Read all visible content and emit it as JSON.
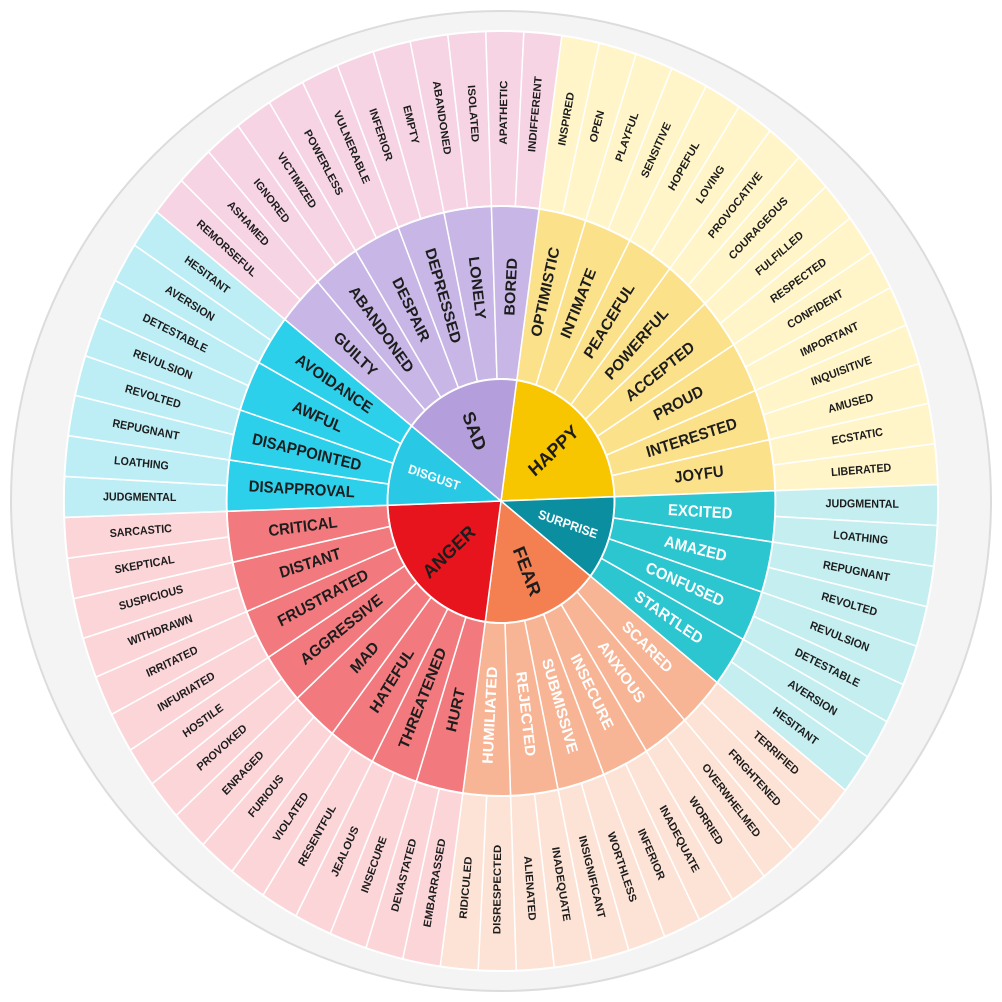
{
  "wheel": {
    "groups": [
      {
        "core": "HAPPY",
        "color_core": "#f7c600",
        "color_mid": "#fbe18a",
        "color_outer": "#fff5c8",
        "mid": [
          {
            "label": "OPTIMISTIC",
            "outer": [
              "INSPIRED",
              "OPEN"
            ]
          },
          {
            "label": "INTIMATE",
            "outer": [
              "PLAYFUL",
              "SENSITIVE"
            ]
          },
          {
            "label": "PEACEFUL",
            "outer": [
              "HOPEFUL",
              "LOVING"
            ]
          },
          {
            "label": "POWERFUL",
            "outer": [
              "PROVOCATIVE",
              "COURAGEOUS"
            ]
          },
          {
            "label": "ACCEPTED",
            "outer": [
              "FULFILLED",
              "RESPECTED"
            ]
          },
          {
            "label": "PROUD",
            "outer": [
              "CONFIDENT",
              "IMPORTANT"
            ]
          },
          {
            "label": "INTERESTED",
            "outer": [
              "INQUISITIVE",
              "AMUSED"
            ]
          },
          {
            "label": "JOYFU",
            "outer": [
              "ECSTATIC",
              "LIBERATED"
            ]
          }
        ]
      },
      {
        "core": "SURPRISE",
        "color_core": "#0b8fa0",
        "color_mid": "#2bc6cf",
        "color_outer": "#c4eef0",
        "mid": [
          {
            "label": "EXCITED",
            "outer": [
              "JUDGMENTAL",
              "LOATHING"
            ]
          },
          {
            "label": "AMAZED",
            "outer": [
              "REPUGNANT",
              "REVOLTED"
            ]
          },
          {
            "label": "CONFUSED",
            "outer": [
              "REVULSION",
              "DETESTABLE"
            ]
          },
          {
            "label": "STARTLED",
            "outer": [
              "AVERSION",
              "HESITANT"
            ]
          }
        ]
      },
      {
        "core": "FEAR",
        "color_core": "#f47f50",
        "color_mid": "#f7b595",
        "color_outer": "#fde3d6",
        "mid": [
          {
            "label": "SCARED",
            "outer": [
              "TERRIFIED",
              "FRIGHTENED"
            ]
          },
          {
            "label": "ANXIOUS",
            "outer": [
              "OVERWHELMED",
              "WORRIED"
            ]
          },
          {
            "label": "INSECURE",
            "outer": [
              "INADEQUATE",
              "INFERIOR"
            ]
          },
          {
            "label": "SUBMISSIVE",
            "outer": [
              "WORTHLESS",
              "INSIGNIFICANT"
            ]
          },
          {
            "label": "REJECTED",
            "outer": [
              "INADEQUATE",
              "ALIENATED"
            ]
          },
          {
            "label": "HUMILIATED",
            "outer": [
              "DISRESPECTED",
              "RIDICULED"
            ]
          }
        ]
      },
      {
        "core": "ANGER",
        "color_core": "#e8141d",
        "color_mid": "#f27a7e",
        "color_outer": "#fcd5d9",
        "mid": [
          {
            "label": "HURT",
            "outer": [
              "EMBARRASSED",
              "DEVASTATED"
            ]
          },
          {
            "label": "THREATENED",
            "outer": [
              "INSECURE",
              "JEALOUS"
            ]
          },
          {
            "label": "HATEFUL",
            "outer": [
              "RESENTFUL",
              "VIOLATED"
            ]
          },
          {
            "label": "MAD",
            "outer": [
              "FURIOUS",
              "ENRAGED"
            ]
          },
          {
            "label": "AGGRESSIVE",
            "outer": [
              "PROVOKED",
              "HOSTILE"
            ]
          },
          {
            "label": "FRUSTRATED",
            "outer": [
              "INFURIATED",
              "IRRITATED"
            ]
          },
          {
            "label": "DISTANT",
            "outer": [
              "WITHDRAWN",
              "SUSPICIOUS"
            ]
          },
          {
            "label": "CRITICAL",
            "outer": [
              "SKEPTICAL",
              "SARCASTIC"
            ]
          }
        ]
      },
      {
        "core": "DISGUST",
        "color_core": "#29c9e6",
        "color_mid": "#2cd0ea",
        "color_outer": "#bdeef5",
        "mid": [
          {
            "label": "DISAPPROVAL",
            "outer": [
              "JUDGMENTAL",
              "LOATHING"
            ]
          },
          {
            "label": "DISAPPOINTED",
            "outer": [
              "REPUGNANT",
              "REVOLTED"
            ]
          },
          {
            "label": "AWFUL",
            "outer": [
              "REVULSION",
              "DETESTABLE"
            ]
          },
          {
            "label": "AVOIDANCE",
            "outer": [
              "AVERSION",
              "HESITANT"
            ]
          }
        ]
      },
      {
        "core": "SAD",
        "color_core": "#b49fdc",
        "color_mid": "#c7b6e6",
        "color_outer": "#f6d4e4",
        "mid": [
          {
            "label": "GUILTY",
            "outer": [
              "REMORSEFUL",
              "ASHAMED"
            ]
          },
          {
            "label": "ABANDONED",
            "outer": [
              "IGNORED",
              "VICTIMIZED"
            ]
          },
          {
            "label": "DESPAIR",
            "outer": [
              "POWERLESS",
              "VULNERABLE"
            ]
          },
          {
            "label": "DEPRESSED",
            "outer": [
              "INFERIOR",
              "EMPTY"
            ]
          },
          {
            "label": "LONELY",
            "outer": [
              "ABANDONED",
              "ISOLATED"
            ]
          },
          {
            "label": "BORED",
            "outer": [
              "APATHETIC",
              "INDIFFERENT"
            ]
          }
        ]
      }
    ]
  }
}
